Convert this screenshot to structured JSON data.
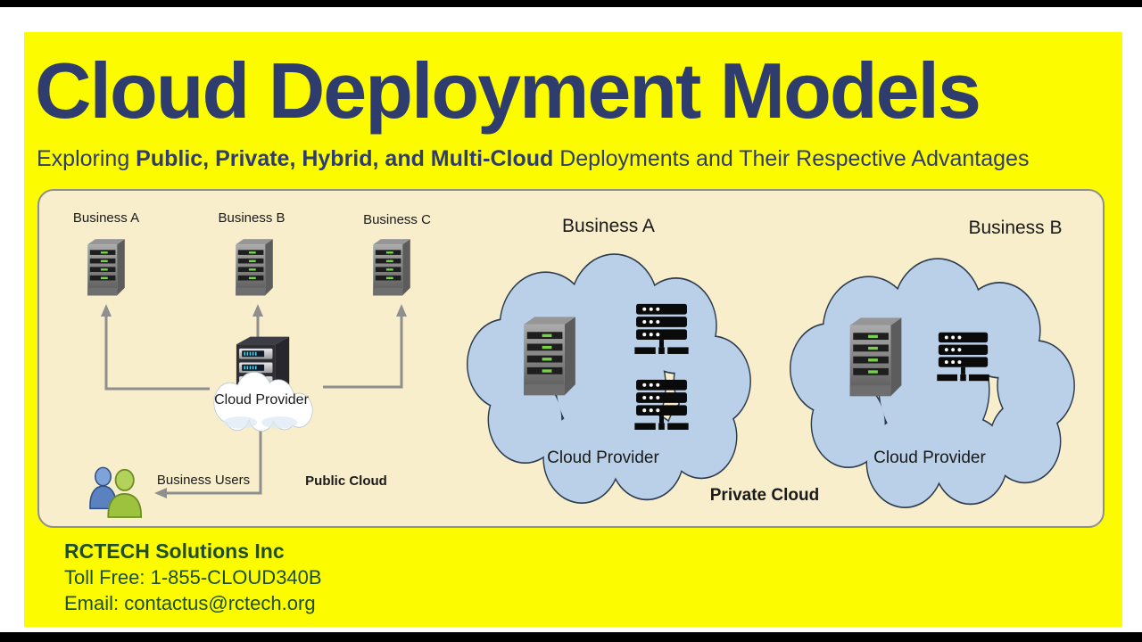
{
  "title": "Cloud Deployment Models",
  "subtitle": {
    "prefix": "Exploring ",
    "bold": "Public, Private, Hybrid, and Multi-Cloud",
    "suffix": " Deployments and Their Respective Advantages"
  },
  "public_section": {
    "businesses": [
      "Business A",
      "Business B",
      "Business C"
    ],
    "provider_label": "Cloud Provider",
    "users_label": "Business Users",
    "label": "Public Cloud"
  },
  "private_section": {
    "label": "Private Cloud",
    "clouds": [
      {
        "business": "Business A",
        "provider_label": "Cloud Provider"
      },
      {
        "business": "Business B",
        "provider_label": "Cloud Provider"
      }
    ]
  },
  "footer": {
    "company": "RCTECH Solutions Inc",
    "toll_free": "Toll Free: 1-855-CLOUD340B",
    "email": "Email: contactus@rctech.org"
  },
  "colors": {
    "background": "#fdfb00",
    "panel": "#f8eecb",
    "title_text": "#2e3d6e",
    "cloud_fill": "#bad0e8",
    "cloud_stroke": "#2b3a4d",
    "arrow": "#8f8f8f",
    "footer_text": "#1d4e26",
    "led_green": "#77d14a",
    "screen_cyan": "#45d7ef"
  }
}
